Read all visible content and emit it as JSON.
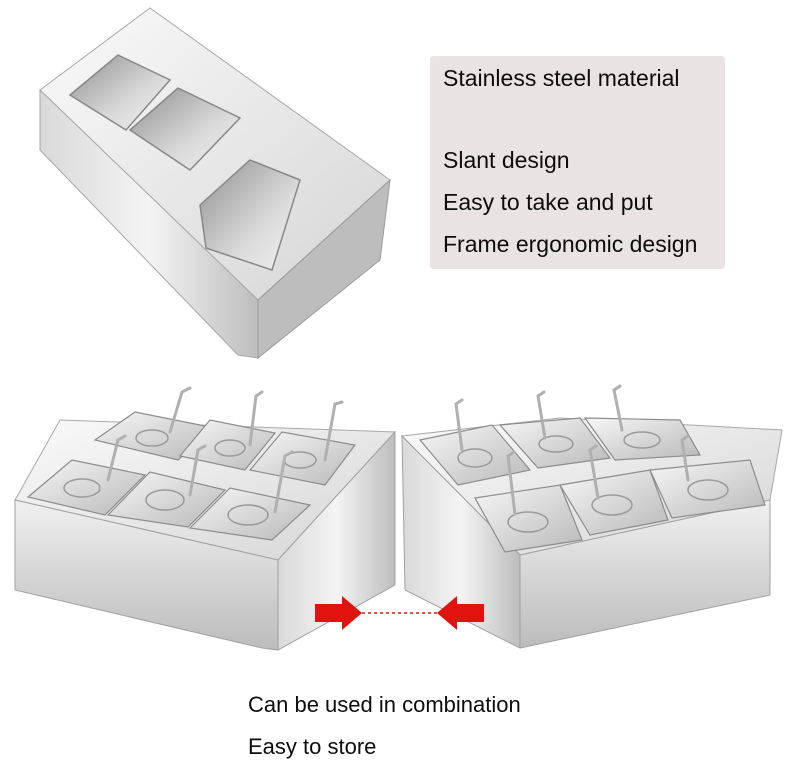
{
  "features": {
    "line1": "Stainless steel material",
    "line2": "Slant design",
    "line3": "Easy to take and put",
    "line4": "Frame ergonomic design"
  },
  "bottom": {
    "line1": "Can be used in combination",
    "line2": "Easy to store"
  },
  "colors": {
    "panel": "#e9e3e3",
    "arrow": "#e0140e",
    "steel_light": "#f2f2f2",
    "steel_dark": "#9a9a9a"
  }
}
